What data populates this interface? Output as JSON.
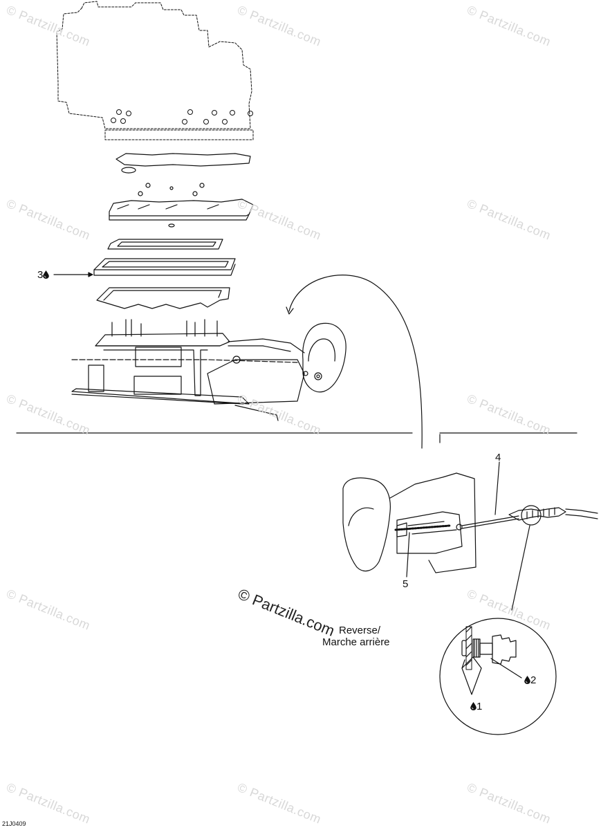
{
  "callouts": {
    "c1": "1",
    "c2": "2",
    "c3": "3",
    "c4": "4",
    "c5": "5"
  },
  "caption": {
    "line1": "Reverse/",
    "line2": "Marche arrière"
  },
  "watermark": {
    "text": "© Partzilla.com"
  },
  "doc_id": "21J0409",
  "icons": {
    "lubricant": "oil-drop-icon"
  }
}
